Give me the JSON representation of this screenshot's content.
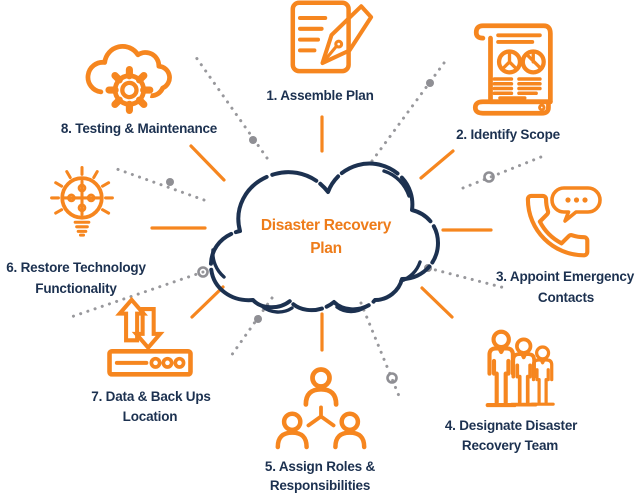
{
  "diagram": {
    "title": {
      "line1": "Disaster Recovery",
      "line2": "Plan"
    },
    "center_icon": "cloud-outline-icon",
    "steps": [
      {
        "line1": "1. Assemble Plan",
        "line2": "",
        "icon": "document-pen-icon"
      },
      {
        "line1": "2. Identify Scope",
        "line2": "",
        "icon": "report-charts-icon"
      },
      {
        "line1": "3. Appoint Emergency",
        "line2": "Contacts",
        "icon": "phone-chat-icon"
      },
      {
        "line1": "4. Designate Disaster",
        "line2": "Recovery Team",
        "icon": "team-people-icon"
      },
      {
        "line1": "5. Assign Roles &",
        "line2": "Responsibilities",
        "icon": "org-chart-people-icon"
      },
      {
        "line1": "6. Restore Technology",
        "line2": "Functionality",
        "icon": "lightbulb-puzzle-icon"
      },
      {
        "line1": "7. Data & Back Ups",
        "line2": "Location",
        "icon": "server-backup-icon"
      },
      {
        "line1": "8. Testing & Maintenance",
        "line2": "",
        "icon": "cloud-gear-icon"
      }
    ],
    "colors": {
      "orange": "#f6861f",
      "title_orange": "#ee7c1a",
      "navy": "#1c3150",
      "gray": "#8f8f94"
    }
  }
}
